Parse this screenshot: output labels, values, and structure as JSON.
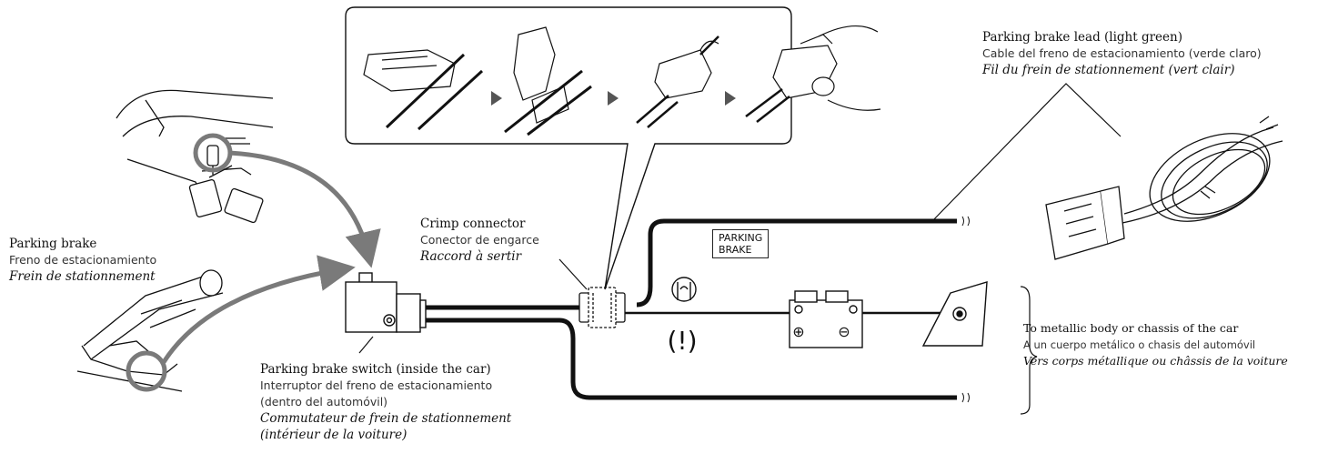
{
  "parking_brake": {
    "en": "Parking brake",
    "es": "Freno de estacionamiento",
    "fr": "Frein de stationnement"
  },
  "crimp_connector": {
    "en": "Crimp connector",
    "es": "Conector de engarce",
    "fr": "Raccord à sertir"
  },
  "brake_switch": {
    "en": "Parking brake switch (inside the car)",
    "es_line1": "Interruptor del freno de estacionamiento",
    "es_line2": "(dentro del automóvil)",
    "fr_line1": "Commutateur de frein de stationnement",
    "fr_line2": "(intérieur de la voiture)"
  },
  "brake_lead": {
    "en": "Parking brake lead (light green)",
    "es": "Cable del freno de estacionamiento (verde claro)",
    "fr": "Fil du frein de stationnement (vert clair)"
  },
  "ground": {
    "en": "To metallic body or chassis of the car",
    "es": "A un cuerpo metálico o chasis del automóvil",
    "fr": "Vers corps métallique ou châssis de la voiture"
  },
  "parking_tag": {
    "line1": "PARKING",
    "line2": "BRAKE"
  },
  "warning_symbol": "(!)",
  "battery_plus": "⊕",
  "battery_minus": "⊖",
  "colors": {
    "line": "#111111",
    "arrow_gray": "#7a7a7a",
    "text": "#222222"
  }
}
